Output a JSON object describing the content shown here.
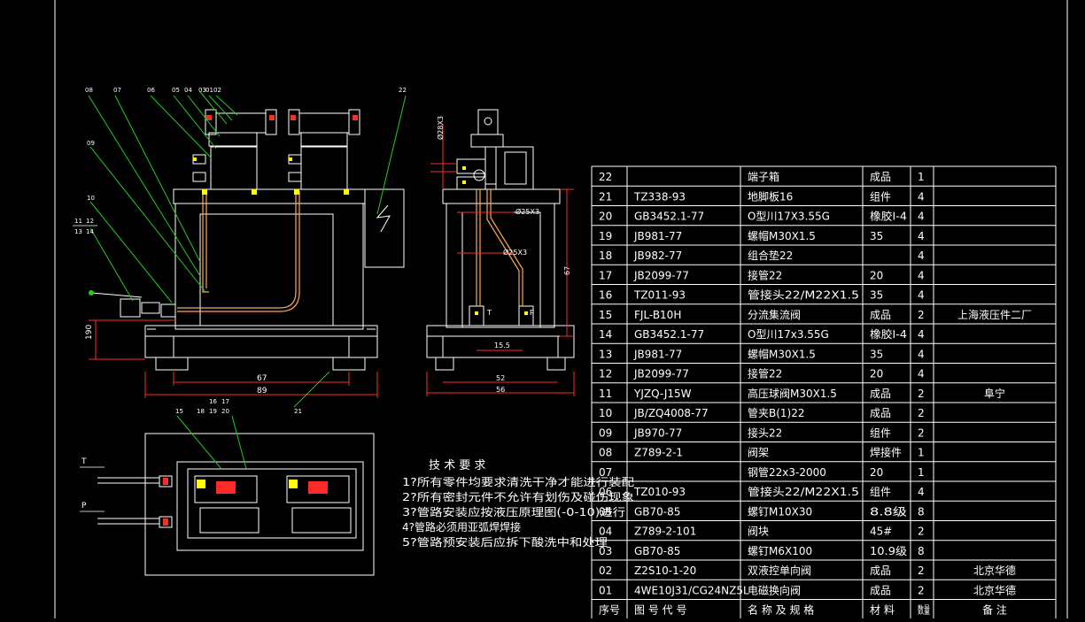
{
  "colors": {
    "background": "#000000",
    "line": "#ffffff",
    "dim": "#ff2a2a",
    "leader": "#22cc22",
    "pipe": "#ffaa55",
    "hatch": "#ffffff"
  },
  "balloons_front": [
    "08",
    "07",
    "06",
    "05",
    "04",
    "03",
    "01",
    "02",
    "22",
    "09",
    "10",
    "11",
    "12",
    "13",
    "14"
  ],
  "balloons_plan": [
    "15",
    "16",
    "17",
    "18",
    "19",
    "20",
    "21"
  ],
  "dims_front": {
    "height": "190",
    "w1": "67",
    "w2": "89"
  },
  "dims_side": {
    "d1": "Ø28X3",
    "d2": "Ø25X3",
    "d3": "Ø25X3",
    "h": "67",
    "a": "15.5",
    "b": "52",
    "c": "56",
    "t": "T",
    "p": "P"
  },
  "plan_labels": {
    "t": "T",
    "p": "P"
  },
  "notes": {
    "title": "技 术 要 求",
    "lines": [
      "1?所有零件均要求清洗干净才能进行装配",
      "2?所有密封元件不允许有划伤及碰伤现象",
      "3?管路安装应按液压原理图(-0-10)进行",
      "4?管路必须用亚弧焊焊接",
      "5?管路预安装后应拆下酸洗中和处理"
    ]
  },
  "bom": {
    "header": [
      "序号",
      "图 号 代 号",
      "名 称 及 规 格",
      "材 料",
      "数量",
      "备 注"
    ],
    "rows": [
      [
        "22",
        "",
        "端子箱",
        "成品",
        "1",
        ""
      ],
      [
        "21",
        "TZ338-93",
        "地脚板16",
        "组件",
        "4",
        ""
      ],
      [
        "20",
        "GB3452.1-77",
        "O型川17X3.55G",
        "橡胶I-4",
        "4",
        ""
      ],
      [
        "19",
        "JB981-77",
        "螺帽M30X1.5",
        "35",
        "4",
        ""
      ],
      [
        "18",
        "JB982-77",
        "组合垫22",
        "",
        "4",
        ""
      ],
      [
        "17",
        "JB2099-77",
        "接管22",
        "20",
        "4",
        ""
      ],
      [
        "16",
        "TZ011-93",
        "管接头22/M22X1.5",
        "35",
        "4",
        ""
      ],
      [
        "15",
        "FJL-B10H",
        "分流集流阀",
        "成品",
        "2",
        "上海液压件二厂"
      ],
      [
        "14",
        "GB3452.1-77",
        "O型川17x3.55G",
        "橡胶I-4",
        "4",
        ""
      ],
      [
        "13",
        "JB981-77",
        "螺帽M30X1.5",
        "35",
        "4",
        ""
      ],
      [
        "12",
        "JB2099-77",
        "接管22",
        "20",
        "4",
        ""
      ],
      [
        "11",
        "YJZQ-J15W",
        "高压球阀M30X1.5",
        "成品",
        "2",
        "阜宁"
      ],
      [
        "10",
        "JB/ZQ4008-77",
        "管夹B(1)22",
        "成品",
        "2",
        ""
      ],
      [
        "09",
        "JB970-77",
        "接头22",
        "组件",
        "2",
        ""
      ],
      [
        "08",
        "Z789-2-1",
        "阀架",
        "焊接件",
        "1",
        ""
      ],
      [
        "07",
        "",
        "钢管22x3-2000",
        "20",
        "1",
        ""
      ],
      [
        "06",
        "TZ010-93",
        "管接头22/M22X1.5",
        "组件",
        "4",
        ""
      ],
      [
        "05",
        "GB70-85",
        "螺钉M10X30",
        "8.8级",
        "8",
        ""
      ],
      [
        "04",
        "Z789-2-101",
        "阀块",
        "45#",
        "2",
        ""
      ],
      [
        "03",
        "GB70-85",
        "螺钉M6X100",
        "10.9级",
        "8",
        ""
      ],
      [
        "02",
        "Z2S10-1-20",
        "双液控单向阀",
        "成品",
        "2",
        "北京华德"
      ],
      [
        "01",
        "4WE10J31/CG24NZ5L",
        "电磁换向阀",
        "成品",
        "2",
        "北京华德"
      ]
    ]
  }
}
